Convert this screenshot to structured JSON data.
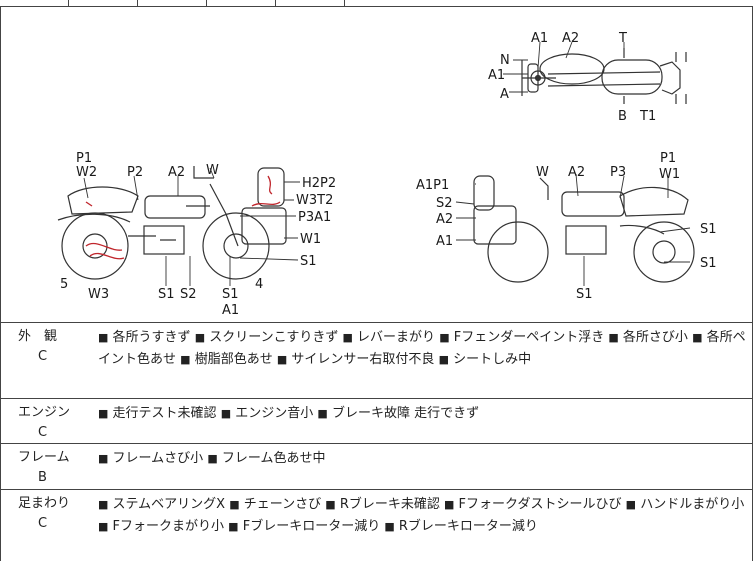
{
  "diagram": {
    "top_view_labels": [
      "A1",
      "A2",
      "T",
      "N",
      "A1",
      "A",
      "B",
      "T1"
    ],
    "left_view_labels": [
      "P1",
      "W2",
      "P2",
      "A2",
      "W",
      "H2P2",
      "W3T2",
      "P3A1",
      "W1",
      "S1",
      "5",
      "W3",
      "S1",
      "S2",
      "S1",
      "A1",
      "4"
    ],
    "right_view_labels": [
      "W",
      "A2",
      "P3",
      "P1",
      "W1",
      "A1P1",
      "S2",
      "A2",
      "A1",
      "S1",
      "S1",
      "S1"
    ]
  },
  "rows": [
    {
      "name": "外　観",
      "grade": "C",
      "items": [
        "各所うすきず",
        "スクリーンこすりきず",
        "レバーまがり",
        "Fフェンダーペイント浮き",
        "各所さび小",
        "各所ペイント色あせ",
        "樹脂部色あせ",
        "サイレンサー右取付不良",
        "シートしみ中"
      ]
    },
    {
      "name": "エンジン",
      "grade": "C",
      "items": [
        "走行テスト未確認",
        "エンジン音小",
        "ブレーキ故障 走行できず"
      ]
    },
    {
      "name": "フレーム",
      "grade": "B",
      "items": [
        "フレームさび小",
        "フレーム色あせ中"
      ]
    },
    {
      "name": "足まわり",
      "grade": "C",
      "items": [
        "ステムベアリングX",
        "チェーンさび",
        "Rブレーキ未確認",
        "Fフォークダストシールひび",
        "ハンドルまがり小",
        "Fフォークまがり小",
        "Fブレーキローター減り",
        "Rブレーキローター減り"
      ]
    }
  ]
}
